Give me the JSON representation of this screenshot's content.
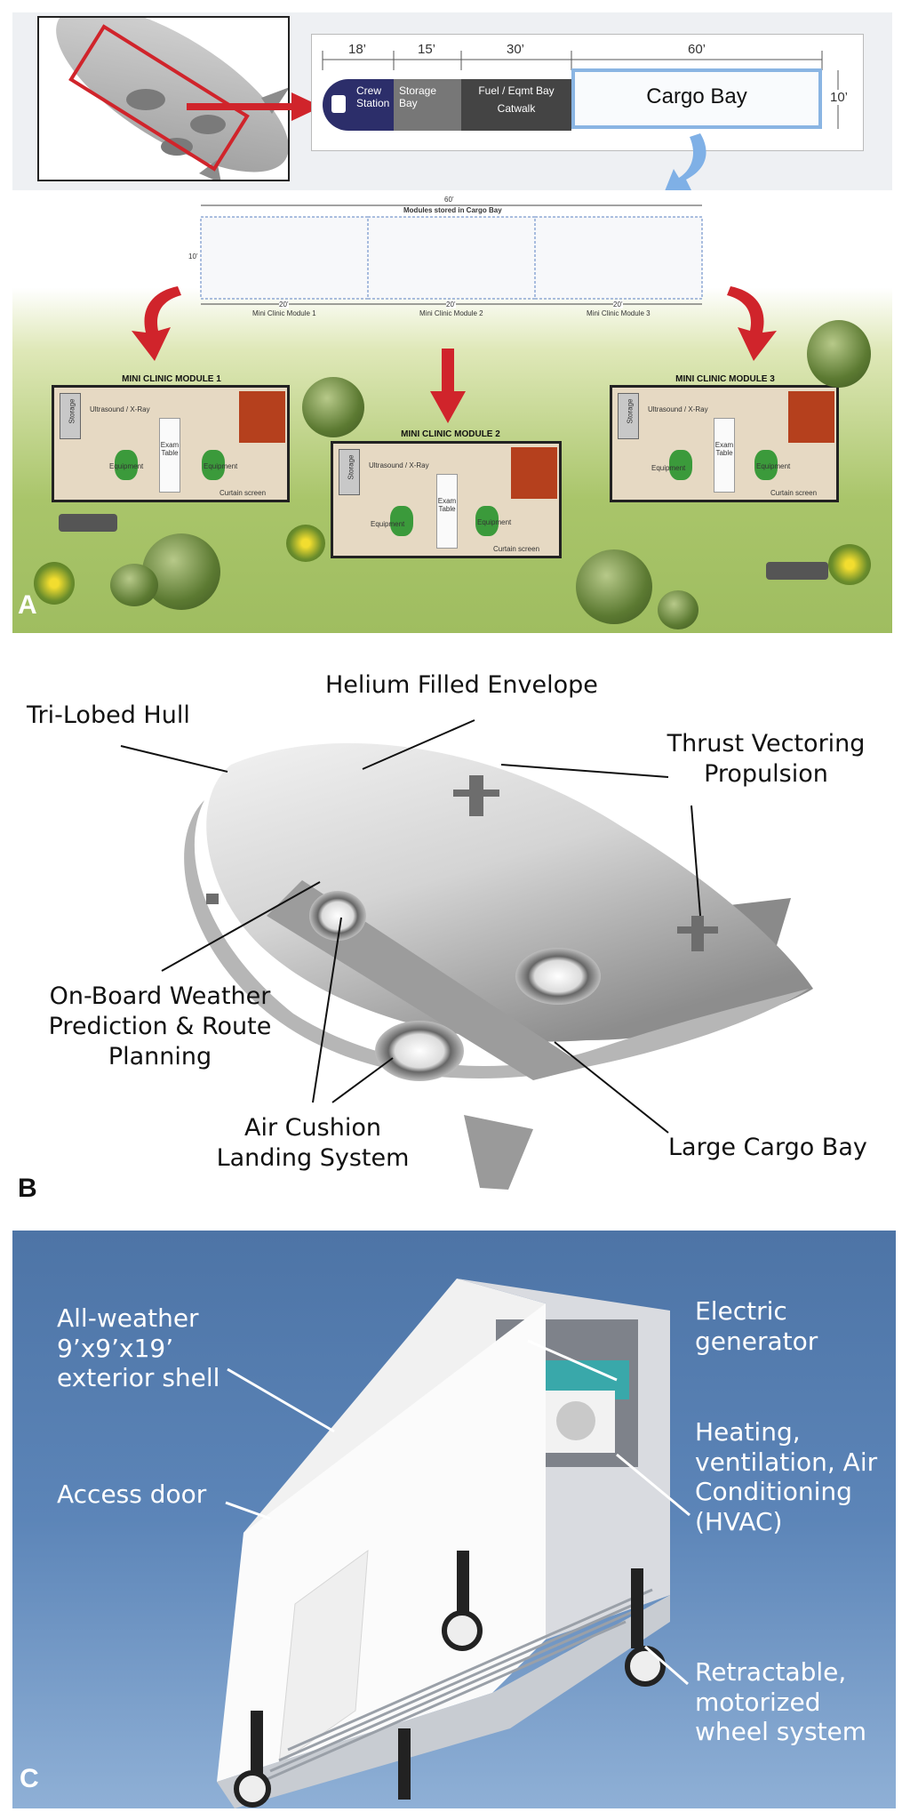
{
  "panel_a": {
    "letter": "A",
    "dimensions": [
      "18’",
      "15’",
      "30’",
      "60’",
      "10’"
    ],
    "segments": {
      "crew_station": "Crew Station",
      "storage_bay": "Storage Bay",
      "fuel_bay": "Fuel / Eqmt Bay",
      "catwalk": "Catwalk",
      "cargo_bay": "Cargo Bay"
    },
    "strip": {
      "total": "60’",
      "caption": "Modules stored in Cargo Bay",
      "height": "10’",
      "module_widths": [
        "20’",
        "20’",
        "20’"
      ],
      "module_names": [
        "Mini Clinic Module 1",
        "Mini Clinic Module 2",
        "Mini Clinic Module 3"
      ]
    },
    "modules": [
      {
        "title": "MINI CLINIC MODULE 1",
        "storage": "Storage",
        "ultrasound": "Ultrasound / X-Ray",
        "exam": "Exam Table",
        "equip_left": "Equipment",
        "equip_right": "Equipment",
        "curtain": "Curtain screen"
      },
      {
        "title": "MINI CLINIC MODULE 2",
        "storage": "Storage",
        "ultrasound": "Ultrasound / X-Ray",
        "exam": "Exam Table",
        "equip_left": "Equipment",
        "equip_right": "Equipment",
        "curtain": "Curtain screen"
      },
      {
        "title": "MINI CLINIC MODULE 3",
        "storage": "Storage",
        "ultrasound": "Ultrasound / X-Ray",
        "exam": "Exam Table",
        "equip_left": "Equipment",
        "equip_right": "Equipment",
        "curtain": "Curtain screen"
      }
    ],
    "colors": {
      "crew": "#2c2e6a",
      "storage": "#777777",
      "fuel": "#444444",
      "cargo_border": "#8ab5e3",
      "arrow_red": "#d0242b",
      "arrow_blue": "#7fb0e6"
    }
  },
  "panel_b": {
    "letter": "B",
    "labels": {
      "tri_lobed_hull": "Tri-Lobed Hull",
      "helium": "Helium Filled Envelope",
      "thrust_line1": "Thrust Vectoring",
      "thrust_line2": "Propulsion",
      "weather_line1": "On-Board Weather",
      "weather_line2": "Prediction & Route",
      "weather_line3": "Planning",
      "air_cushion_line1": "Air Cushion",
      "air_cushion_line2": "Landing System",
      "cargo_bay": "Large Cargo Bay"
    }
  },
  "panel_c": {
    "letter": "C",
    "labels": {
      "shell_line1": "All-weather",
      "shell_line2": "9’x9’x19’",
      "shell_line3": "exterior shell",
      "access_door": "Access door",
      "generator_line1": "Electric",
      "generator_line2": "generator",
      "hvac_line1": "Heating,",
      "hvac_line2": "ventilation, Air",
      "hvac_line3": "Conditioning",
      "hvac_line4": "(HVAC)",
      "wheels_line1": "Retractable,",
      "wheels_line2": "motorized",
      "wheels_line3": "wheel system"
    }
  }
}
